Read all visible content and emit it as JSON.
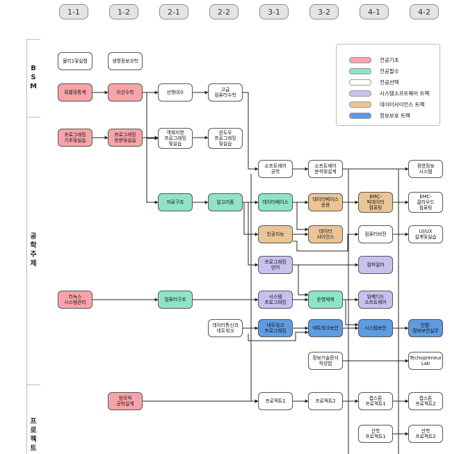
{
  "semesters": [
    "1-1",
    "1-2",
    "2-1",
    "2-2",
    "3-1",
    "3-2",
    "4-1",
    "4-2"
  ],
  "sections": {
    "bsm": "B\nS\nM",
    "engineering": "공\n학\n주\n제",
    "project": "프\n로\n젝\n트"
  },
  "legend": [
    {
      "label": "전공기초",
      "color": "#f6a4a8"
    },
    {
      "label": "전공필수",
      "color": "#8ee3c8"
    },
    {
      "label": "전공선택",
      "color": "#ffffff"
    },
    {
      "label": "시스템소프트웨어 트랙",
      "color": "#c9c0ef"
    },
    {
      "label": "데이터사이언스 트랙",
      "color": "#ebc595"
    },
    {
      "label": "정보보호 트랙",
      "color": "#5e9be0"
    }
  ],
  "courses": {
    "physics": "물리1및실험",
    "biology": "생명정보과학",
    "probability": "확률및통계",
    "discrete": "이산수학",
    "linear": "선형대수",
    "advmath": "고급\n컴퓨터수학",
    "prog1": "프로그래밍\n기초및실습",
    "prog2": "프로그래밍\n응용및실습",
    "oop": "객체지향\n프로그래밍\n및실습",
    "windows": "윈도우\n프로그래밍\n및실습",
    "se": "소프트웨어\n공학",
    "sad": "소프트웨어\n분석및설계",
    "mis": "경영정보\n시스템",
    "ds": "자료구조",
    "algo": "알고리즘",
    "db": "데이터베이스",
    "dbapp": "데이터베이스\n응용",
    "emcbig": "EMC-\n빅데이터\n컴퓨팅",
    "emccloud": "EMC-\n클라우드\n컴퓨팅",
    "ai": "인공지능",
    "datasci": "데이터\n사이언스",
    "cv": "컴퓨터비전",
    "uiux": "UI/UX\n설계및실습",
    "pl": "프로그래밍\n언어",
    "compiler": "컴파일러",
    "linux": "리눅스\n시스템관리",
    "arch": "컴퓨터구조",
    "sysprog": "시스템\n프로그래밍",
    "os": "운영체제",
    "embedded": "임베디드\n소프트웨어",
    "datacomm": "데이터통신과\n네트워크",
    "netprog": "네트워크\n프로그래밍",
    "netsec": "네트워크보안",
    "syssec": "시스템보안",
    "sec": "안랩-\n정보보안실무",
    "techdoc": "정보기술문서\n작성법",
    "techlab": "Techopreneur\nLab",
    "creative": "창의적\n공학설계",
    "proj1": "프로젝트1",
    "proj2": "프로젝트2",
    "cap1": "캡스톤\n프로젝트1",
    "cap2": "캡스톤\n프로젝트2",
    "ind1": "산학\n프로젝트1",
    "ind2": "산학\n프로젝트2"
  }
}
